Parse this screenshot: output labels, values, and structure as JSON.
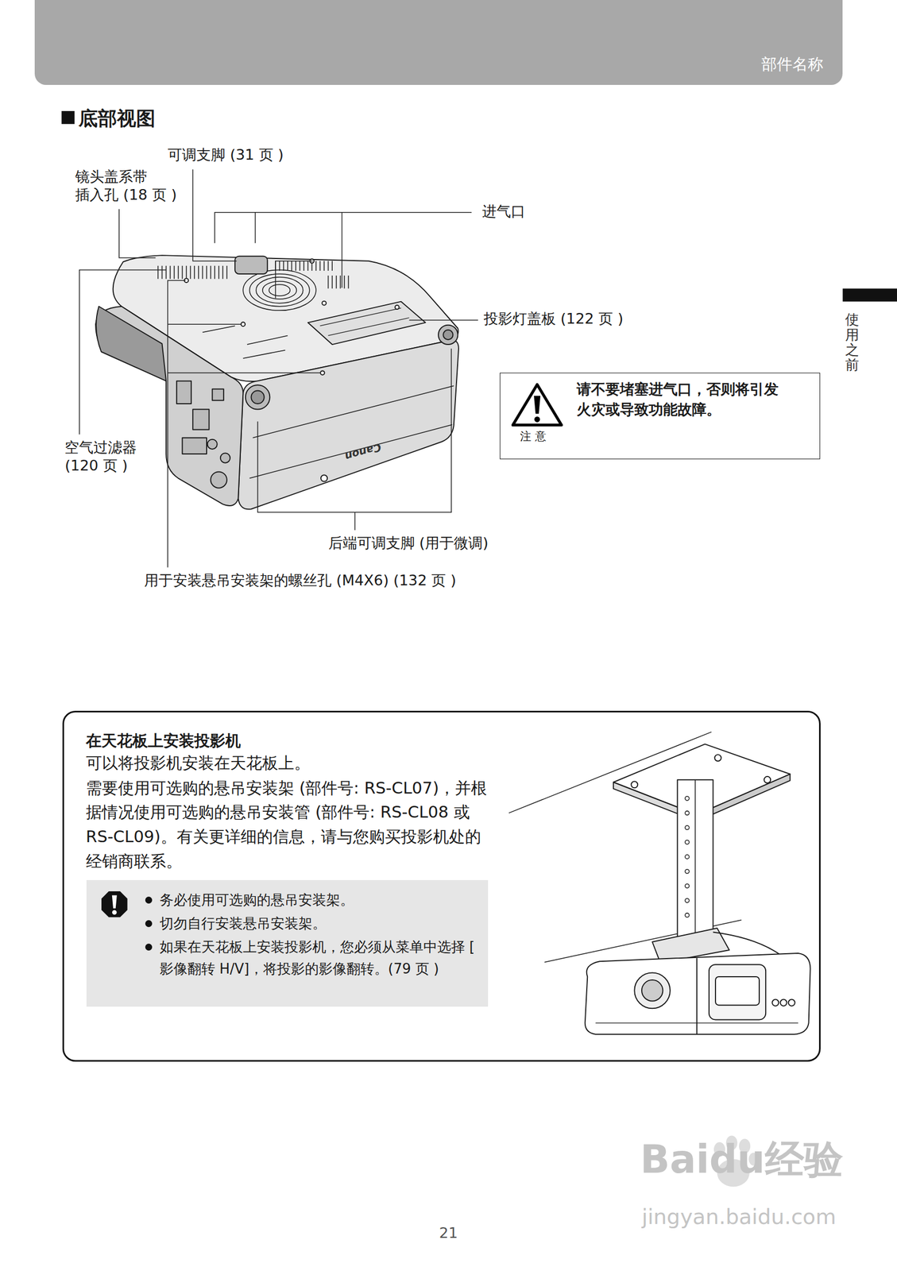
{
  "diagram": {
    "title": "底部视图",
    "nodes": [
      {
        "text": [
          "部件名称"
        ]
      },
      {
        "text": [
          "注 意",
          "请不要堵塞进气口，否则将引发 火灾或导致功能故障。"
        ]
      },
      {
        "text": [
          "在天花板上安装投影机",
          "可以将投影机安装在天花板上。",
          "需要使用可选购的悬吊安装架 (部件号: RS-CL07)，并根据情况使用可选购的悬吊安装管 (部件号: RS-CL08 或 RS-CL09)。有关更详细的信息，请与您购买投影机处的经销商联系。"
        ]
      },
      {
        "text": [
          "务必使用可选购的悬吊安装架。",
          "切勿自行安装悬吊安装架。",
          "如果在天花板上安装投影机，您必须从菜单中选择 [ 影像翻转 H/V]，将投影的影像翻转。(79 页 )"
        ],
        "in": 2
      }
    ],
    "labels": [
      "可调支脚 (31 页 )",
      "镜头盖系带 插入孔 (18 页 )",
      "进气口",
      "投影灯盖板 (122 页 )",
      "空气过滤器 (120 页 )",
      "Canon",
      "后端可调支脚 (用于微调)",
      "用于安装悬吊安装架的螺丝孔 (M4X6) (132 页 )",
      "使用之前",
      "21",
      "Baidu经验",
      "jingyan.baidu.com"
    ]
  }
}
